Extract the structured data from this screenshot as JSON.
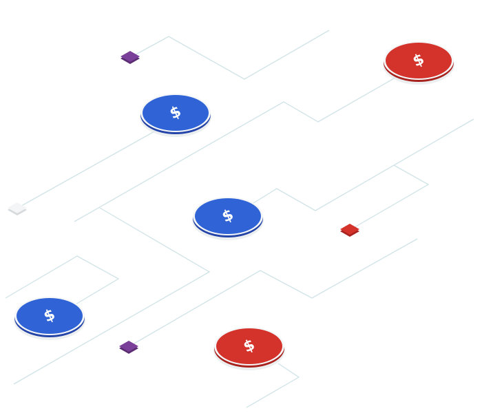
{
  "colors": {
    "background": "#ffffff",
    "line": "#cfe3e6",
    "blue": "#2f63d6",
    "blue_dark": "#2544a8",
    "red": "#d4332b",
    "red_dark": "#a8221e",
    "purple": "#7a3f98",
    "purple_dark": "#5a2c72",
    "white_node": "#f3f5f6",
    "white_node_dark": "#d6dadc"
  },
  "coins": [
    {
      "id": "coin-red-top-right",
      "color": "red",
      "symbol": "$",
      "icon": "dollar-icon"
    },
    {
      "id": "coin-blue-upper",
      "color": "blue",
      "symbol": "$",
      "icon": "dollar-icon"
    },
    {
      "id": "coin-blue-center",
      "color": "blue",
      "symbol": "$",
      "icon": "dollar-icon"
    },
    {
      "id": "coin-blue-lower-left",
      "color": "blue",
      "symbol": "$",
      "icon": "dollar-icon"
    },
    {
      "id": "coin-red-bottom",
      "color": "red",
      "symbol": "$",
      "icon": "dollar-icon"
    }
  ],
  "nodes": [
    {
      "id": "node-purple-top",
      "color": "purple"
    },
    {
      "id": "node-white-left",
      "color": "white"
    },
    {
      "id": "node-red-right",
      "color": "red"
    },
    {
      "id": "node-purple-bottom",
      "color": "purple"
    }
  ]
}
